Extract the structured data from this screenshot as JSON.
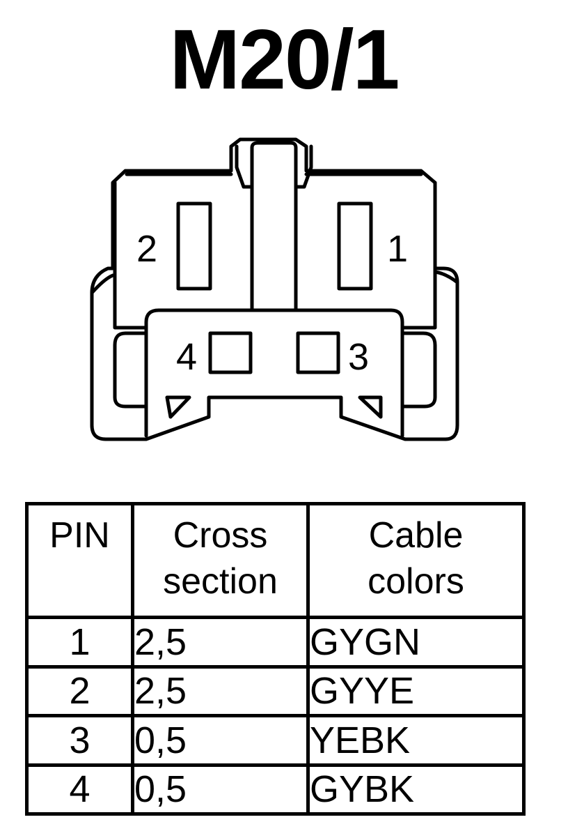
{
  "title": "M20/1",
  "connector": {
    "pin_labels": [
      "1",
      "2",
      "3",
      "4"
    ]
  },
  "table": {
    "headers": {
      "pin": "PIN",
      "cross_line1": "Cross",
      "cross_line2": "section",
      "color_line1": "Cable",
      "color_line2": "colors"
    },
    "rows": [
      {
        "pin": "1",
        "cross": "2,5",
        "color": "GYGN"
      },
      {
        "pin": "2",
        "cross": "2,5",
        "color": "GYYE"
      },
      {
        "pin": "3",
        "cross": "0,5",
        "color": "YEBK"
      },
      {
        "pin": "4",
        "cross": "0,5",
        "color": "GYBK"
      }
    ]
  }
}
